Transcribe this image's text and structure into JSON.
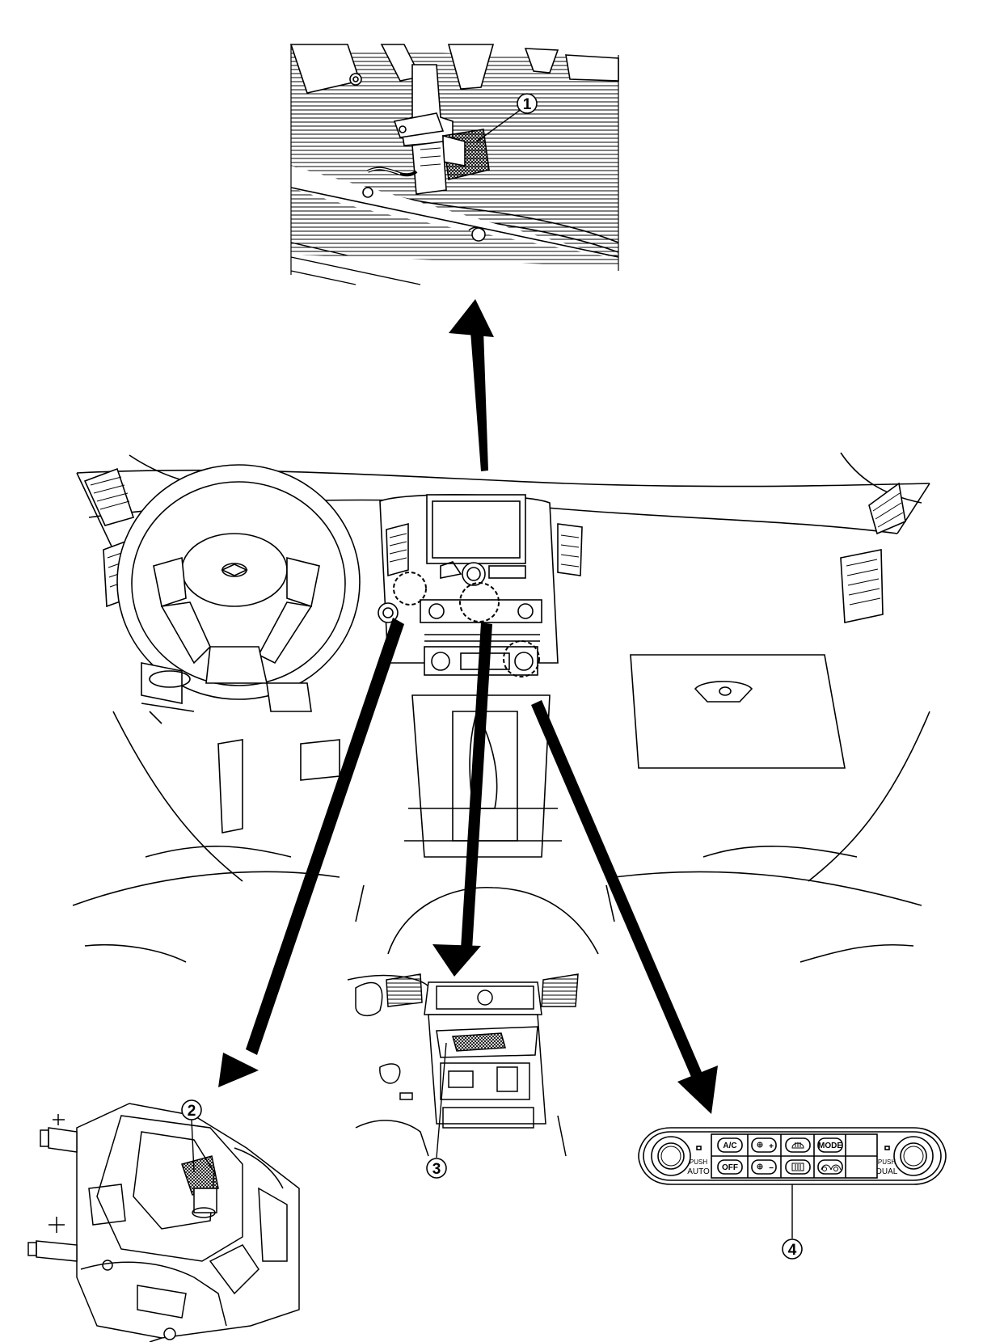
{
  "callouts": {
    "c1": "1",
    "c2": "2",
    "c3": "3",
    "c4": "4"
  },
  "control_panel": {
    "ac": "A/C",
    "off": "OFF",
    "mode": "MODE",
    "auto_top": "PUSH",
    "auto": "AUTO",
    "dual_top": "PUSH",
    "dual": "DUAL",
    "fan_up": "+",
    "fan_down": "−"
  },
  "colors": {
    "line": "#000000",
    "background": "#ffffff",
    "hatch": "#222222"
  }
}
